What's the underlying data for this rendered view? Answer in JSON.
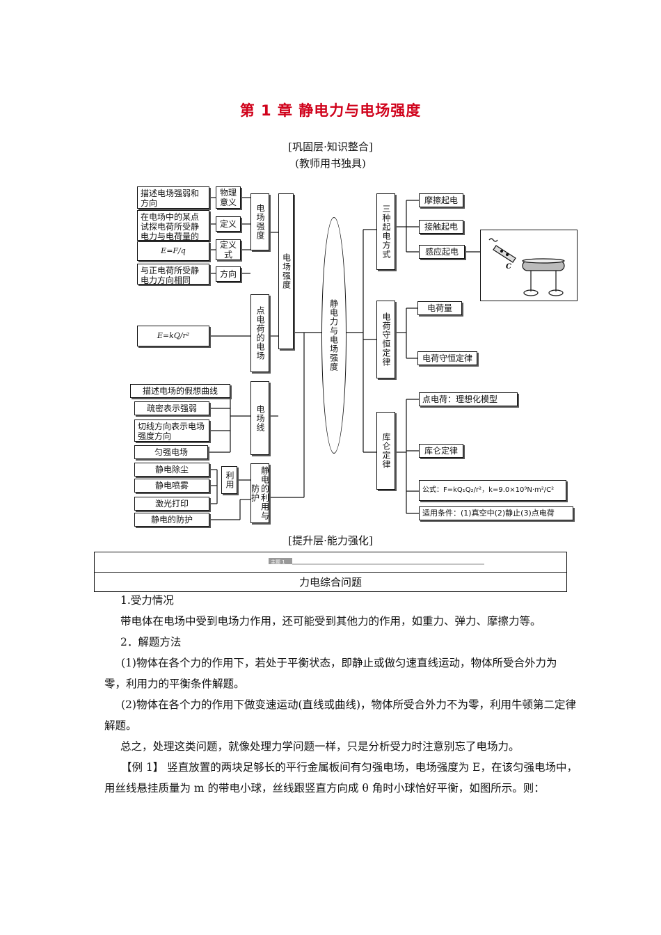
{
  "header": {
    "title": "第 1 章  静电力与电场强度",
    "section1": "[巩固层·知识整合]",
    "section1_note": "(教师用书独具)",
    "section2": "[提升层·能力强化]"
  },
  "diagram": {
    "left_leaves": [
      "描述电场强弱和方向",
      "在电场中的某点试探电荷所受静电力与电荷量的比值",
      "E=F/q",
      "与正电荷所受静电力方向相同",
      "E=kQ/r²",
      "描述电场的假想曲线",
      "疏密表示强弱",
      "切线方向表示电场强度方向",
      "匀强电场",
      "静电除尘",
      "静电喷雾",
      "激光打印",
      "静电的防护"
    ],
    "attributes": [
      "物理意义",
      "定义",
      "定义式",
      "方向",
      "利用"
    ],
    "mid_nodes": [
      "电场强度",
      "点电荷的电场",
      "电场线",
      "静电的利用与防护"
    ],
    "hub_left": "电场强度",
    "center": "静电力与电场强度",
    "right_nodes": [
      "三种起电方式",
      "电荷守恒定律",
      "库仑定律"
    ],
    "right_leaves": [
      "摩擦起电",
      "接触起电",
      "感应起电",
      "电荷量",
      "电荷守恒定律",
      "点电荷：理想化模型",
      "库仑定律",
      "公式：F=kQ₁Q₂/r²，k=9.0×10⁹N·m²/C²",
      "适用条件：(1)真空中(2)静止(3)点电荷"
    ],
    "image_label": "C"
  },
  "topic": {
    "tag": "主题 1",
    "name": "力电综合问题"
  },
  "body": {
    "p1": "1.受力情况",
    "p2": "带电体在电场中受到电场力作用，还可能受到其他力的作用，如重力、弹力、摩擦力等。",
    "p3": "2．解题方法",
    "p4": "(1)物体在各个力的作用下，若处于平衡状态，即静止或做匀速直线运动，物体所受合外力为零，利用力的平衡条件解题。",
    "p5": "(2)物体在各个力的作用下做变速运动(直线或曲线)，物体所受合外力不为零，利用牛顿第二定律解题。",
    "p6": "总之，处理这类问题，就像处理力学问题一样，只是分析受力时注意别忘了电场力。",
    "example_label": "【例 1】",
    "example_text": "竖直放置的两块足够长的平行金属板间有匀强电场，电场强度为 E，在该匀强电场中，用丝线悬挂质量为 m 的带电小球，丝线跟竖直方向成 θ 角时小球恰好平衡，如图所示。则："
  }
}
